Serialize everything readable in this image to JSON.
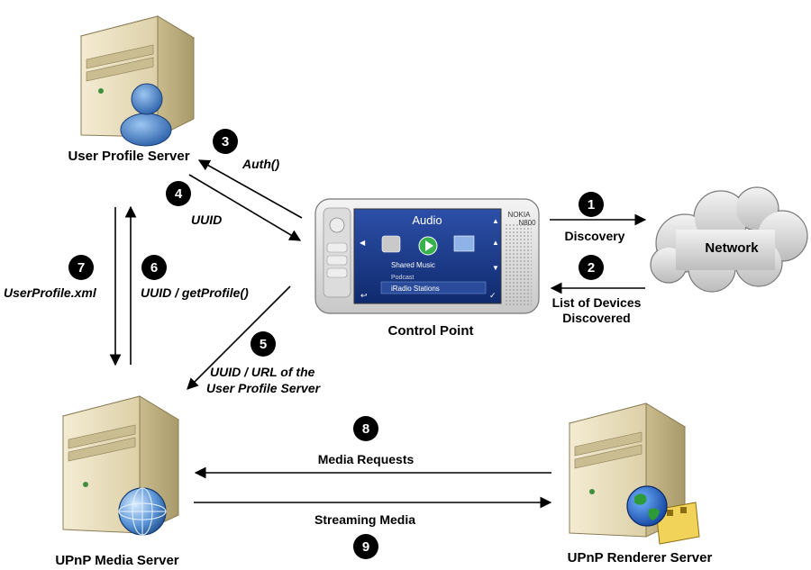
{
  "nodes": {
    "user_profile_server": "User Profile Server",
    "control_point": "Control Point",
    "network": "Network",
    "media_server": "UPnP Media Server",
    "renderer_server": "UPnP Renderer Server"
  },
  "steps": [
    {
      "number": "1",
      "label_lines": [
        "Discovery"
      ],
      "style": "bold"
    },
    {
      "number": "2",
      "label_lines": [
        "List of Devices",
        "Discovered"
      ],
      "style": "bold"
    },
    {
      "number": "3",
      "label_lines": [
        "Auth()"
      ],
      "style": "bold-italic"
    },
    {
      "number": "4",
      "label_lines": [
        "UUID"
      ],
      "style": "bold-italic"
    },
    {
      "number": "5",
      "label_lines": [
        "UUID / URL of the",
        "User Profile Server"
      ],
      "style": "bold-italic"
    },
    {
      "number": "6",
      "label_lines": [
        "UUID / getProfile()"
      ],
      "style": "bold-italic"
    },
    {
      "number": "7",
      "label_lines": [
        "UserProfile.xml"
      ],
      "style": "bold-italic"
    },
    {
      "number": "8",
      "label_lines": [
        "Media Requests"
      ],
      "style": "bold"
    },
    {
      "number": "9",
      "label_lines": [
        "Streaming Media"
      ],
      "style": "bold"
    }
  ],
  "device_screen": {
    "brand": "NOKIA",
    "model": "N800",
    "title": "Audio",
    "menu_items": [
      "Shared Music",
      "Podcast",
      "iRadio Stations"
    ]
  },
  "icons": [
    "server-icon",
    "user-icon",
    "globe-icon",
    "tablet-icon",
    "cloud-icon",
    "film-icon"
  ]
}
